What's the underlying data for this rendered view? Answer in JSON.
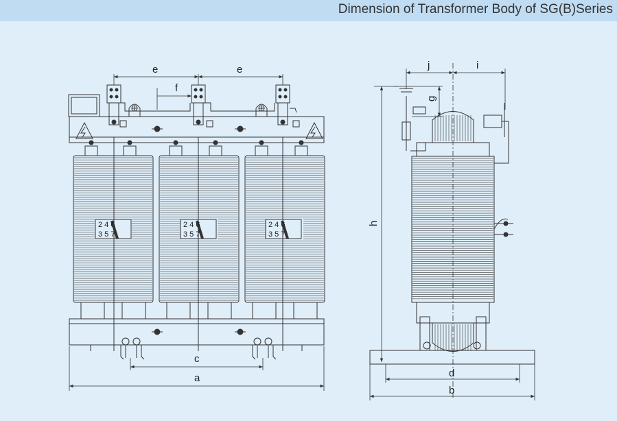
{
  "title": "Dimension of Transformer Body of SG(B)Series",
  "colors": {
    "background": "#dfeef9",
    "title_bar": "#bfdcf3",
    "line": "#333333"
  },
  "front_view": {
    "dimensions": {
      "a": "a",
      "c": "c",
      "e_left": "e",
      "e_right": "e",
      "f": "f"
    },
    "coils": [
      {
        "tap_top": "2 4 6",
        "tap_bottom": "3 5 7"
      },
      {
        "tap_top": "2 4 6",
        "tap_bottom": "3 5 7"
      },
      {
        "tap_top": "2 4 6",
        "tap_bottom": "3 5 7"
      }
    ]
  },
  "side_view": {
    "dimensions": {
      "b": "b",
      "d": "d",
      "g": "g",
      "h": "h",
      "i": "i",
      "j": "j"
    }
  }
}
